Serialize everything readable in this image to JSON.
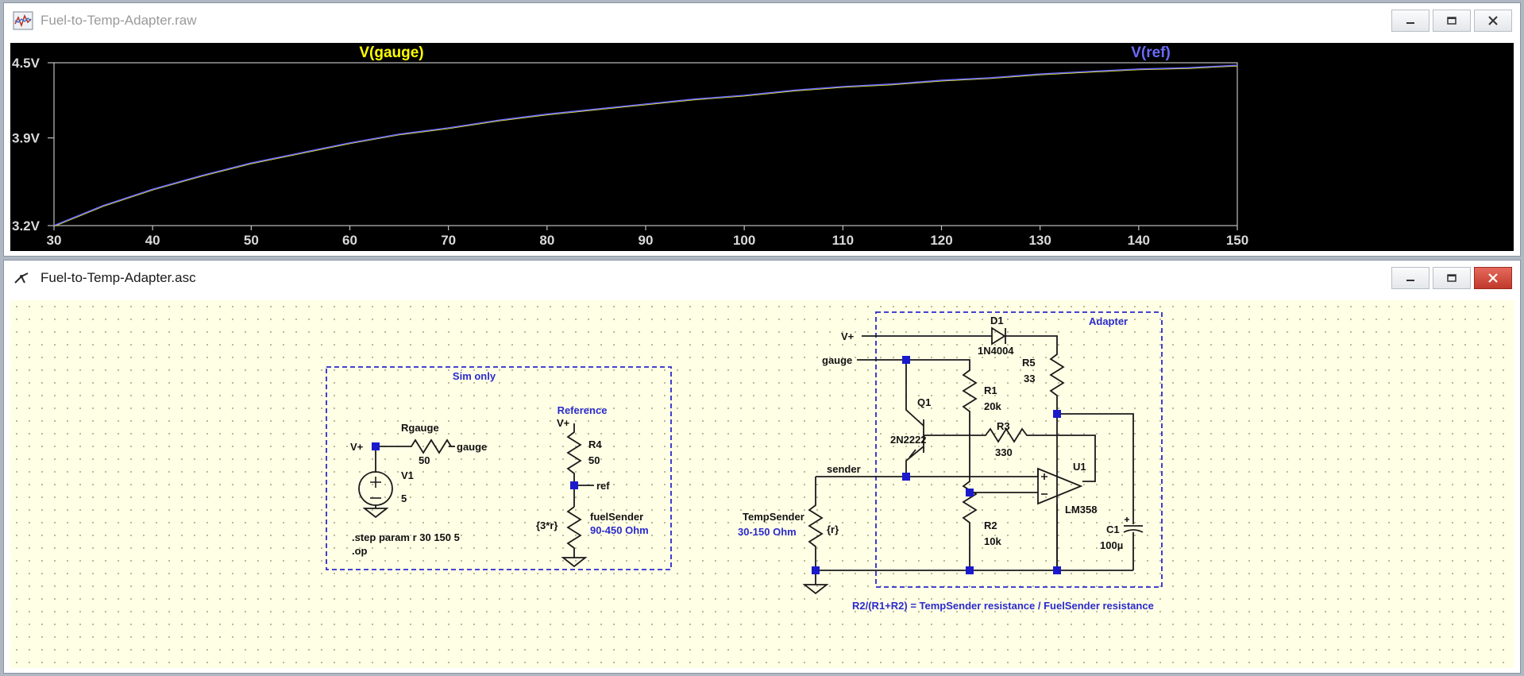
{
  "plot_window": {
    "title": "Fuel-to-Temp-Adapter.raw",
    "minimize_label": "minimize",
    "chart_data": {
      "type": "line",
      "series": [
        {
          "name": "V(gauge)",
          "color": "#ffff00",
          "x": [
            30,
            35,
            40,
            45,
            50,
            55,
            60,
            65,
            70,
            75,
            80,
            85,
            90,
            95,
            100,
            105,
            110,
            115,
            120,
            125,
            130,
            135,
            140,
            145,
            150
          ],
          "values": [
            3.2,
            3.36,
            3.49,
            3.6,
            3.7,
            3.78,
            3.86,
            3.93,
            3.98,
            4.04,
            4.09,
            4.13,
            4.17,
            4.21,
            4.24,
            4.28,
            4.31,
            4.33,
            4.36,
            4.38,
            4.41,
            4.43,
            4.45,
            4.46,
            4.48
          ]
        },
        {
          "name": "V(ref)",
          "color": "#6a6aff",
          "x": [
            30,
            35,
            40,
            45,
            50,
            55,
            60,
            65,
            70,
            75,
            80,
            85,
            90,
            95,
            100,
            105,
            110,
            115,
            120,
            125,
            130,
            135,
            140,
            145,
            150
          ],
          "values": [
            3.2,
            3.36,
            3.49,
            3.6,
            3.7,
            3.78,
            3.86,
            3.93,
            3.98,
            4.04,
            4.09,
            4.13,
            4.17,
            4.21,
            4.24,
            4.28,
            4.31,
            4.33,
            4.36,
            4.38,
            4.41,
            4.43,
            4.45,
            4.46,
            4.48
          ]
        }
      ],
      "x_ticks": [
        "30",
        "40",
        "50",
        "60",
        "70",
        "80",
        "90",
        "100",
        "110",
        "120",
        "130",
        "140",
        "150"
      ],
      "y_ticks": [
        {
          "label": "4.5V",
          "value": 4.5
        },
        {
          "label": "3.9V",
          "value": 3.9
        },
        {
          "label": "3.2V",
          "value": 3.2
        }
      ],
      "xlim": [
        30,
        150
      ],
      "ylim": [
        3.2,
        4.5
      ],
      "grid": false
    }
  },
  "schematic_window": {
    "title": "Fuel-to-Temp-Adapter.asc",
    "sim_box": {
      "label": "Sim only",
      "reference_label": "Reference",
      "rgauge_name": "Rgauge",
      "rgauge_value": "50",
      "vplus_1": "V+",
      "gauge_net": "gauge",
      "v1_name": "V1",
      "v1_value": "5",
      "step_cmd": ".step param r 30 150 5",
      "op_cmd": ".op",
      "vplus_2": "V+",
      "r4_name": "R4",
      "r4_value": "50",
      "ref_net": "ref",
      "fuel_expr": "{3*r}",
      "fuel_name": "fuelSender",
      "fuel_range": "90-450 Ohm"
    },
    "adapter_box": {
      "label": "Adapter",
      "vplus": "V+",
      "gauge_net": "gauge",
      "sender_net": "sender",
      "d1_name": "D1",
      "d1_value": "1N4004",
      "r5_name": "R5",
      "r5_value": "33",
      "r1_name": "R1",
      "r1_value": "20k",
      "r3_name": "R3",
      "r3_value": "330",
      "r2_name": "R2",
      "r2_value": "10k",
      "q1_name": "Q1",
      "q1_value": "2N2222",
      "u1_name": "U1",
      "u1_value": "LM358",
      "c1_name": "C1",
      "c1_value": "100µ",
      "temp_name": "TempSender",
      "temp_range": "30-150 Ohm",
      "temp_expr": "{r}",
      "formula": "R2/(R1+R2) = TempSender resistance / FuelSender resistance"
    }
  }
}
